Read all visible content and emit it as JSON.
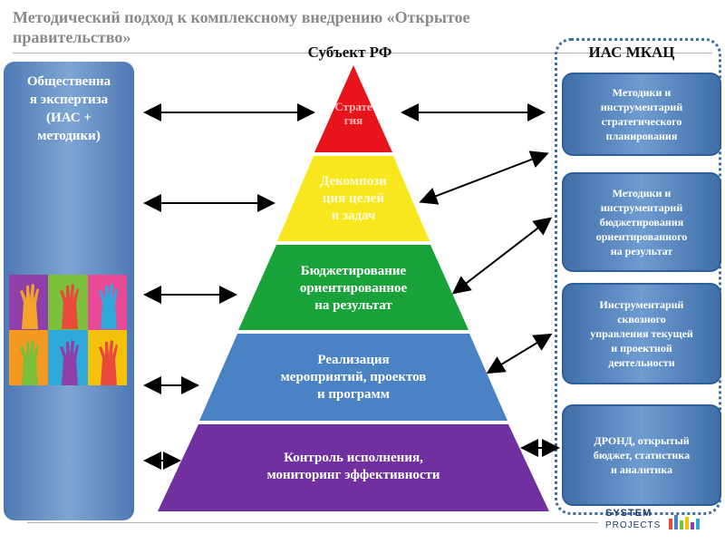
{
  "title": "Методический подход к комплексному внедрению «Открытое правительство»",
  "subject_label": "Субъект РФ",
  "ias_label": "ИАС МКАЦ",
  "left_panel": {
    "text": "Общественна\nя экспертиза\n(ИАС +\nметодики)"
  },
  "pyramid": {
    "levels": [
      {
        "label": "Страте\nгия",
        "color": "#e8141b"
      },
      {
        "label": "Декомпози\nция целей\nи задач",
        "color": "#f8e71c"
      },
      {
        "label": "Бюджетирование\nориентированное\nна результат",
        "color": "#1aa23a"
      },
      {
        "label": "Реализация\nмероприятий, проектов\nи программ",
        "color": "#4a82c3"
      },
      {
        "label": "Контроль исполнения,\nмониторинг эффективности",
        "color": "#7030a0"
      }
    ]
  },
  "right_boxes": [
    {
      "text": "Методики и\nинструментарий\nстратегического\nпланирования"
    },
    {
      "text": "Методики и\nинструментарий\nбюджетирования\nориентированного\nна результат"
    },
    {
      "text": "Инструментарий\nсквозного\nуправления текущей\nи проектной\nдеятельности"
    },
    {
      "text": "ДРОНД,  открытый\nбюджет, статистика\nи аналитика"
    }
  ],
  "logo": {
    "line1": "SYSTEM",
    "line2": "PROJECTS"
  },
  "colors": {
    "panel_blue": "#4f79b3",
    "dotted_border": "#3d6fa5",
    "title_gray": "#8a8a8a"
  }
}
